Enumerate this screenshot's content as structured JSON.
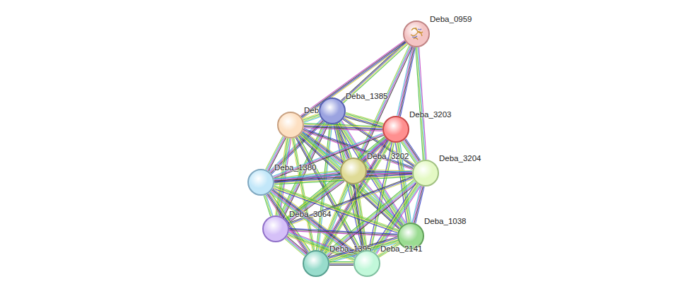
{
  "diagram": {
    "nodes": [
      {
        "text": [
          "Deba_0959"
        ]
      },
      {
        "text": [
          "Deba_1385"
        ]
      },
      {
        "text": [
          "Deb"
        ]
      },
      {
        "text": [
          "Deba_3203"
        ]
      },
      {
        "text": [
          "Deba_3202"
        ]
      },
      {
        "text": [
          "Deba_3204"
        ]
      },
      {
        "text": [
          "Deba_1380"
        ]
      },
      {
        "text": [
          "Deba_3064"
        ]
      },
      {
        "text": [
          "Deba_1038"
        ]
      },
      {
        "text": [
          "Deba_1395"
        ]
      },
      {
        "text": [
          "Deba_2141"
        ]
      }
    ],
    "edges": [
      {
        "from": 0,
        "to": 1,
        "arrow": "none"
      },
      {
        "from": 0,
        "to": 2,
        "arrow": "none"
      },
      {
        "from": 0,
        "to": 3,
        "arrow": "none"
      },
      {
        "from": 0,
        "to": 4,
        "arrow": "none"
      },
      {
        "from": 0,
        "to": 5,
        "arrow": "none"
      },
      {
        "from": 1,
        "to": 2,
        "arrow": "none"
      },
      {
        "from": 1,
        "to": 3,
        "arrow": "none"
      },
      {
        "from": 1,
        "to": 4,
        "arrow": "none"
      },
      {
        "from": 1,
        "to": 5,
        "arrow": "none"
      },
      {
        "from": 1,
        "to": 6,
        "arrow": "none"
      },
      {
        "from": 1,
        "to": 7,
        "arrow": "none"
      },
      {
        "from": 1,
        "to": 8,
        "arrow": "none"
      },
      {
        "from": 1,
        "to": 9,
        "arrow": "none"
      },
      {
        "from": 1,
        "to": 10,
        "arrow": "none"
      },
      {
        "from": 2,
        "to": 3,
        "arrow": "none"
      },
      {
        "from": 2,
        "to": 4,
        "arrow": "none"
      },
      {
        "from": 2,
        "to": 5,
        "arrow": "none"
      },
      {
        "from": 2,
        "to": 6,
        "arrow": "none"
      },
      {
        "from": 2,
        "to": 7,
        "arrow": "none"
      },
      {
        "from": 2,
        "to": 8,
        "arrow": "none"
      },
      {
        "from": 2,
        "to": 9,
        "arrow": "none"
      },
      {
        "from": 2,
        "to": 10,
        "arrow": "none"
      },
      {
        "from": 3,
        "to": 4,
        "arrow": "none"
      },
      {
        "from": 3,
        "to": 5,
        "arrow": "none"
      },
      {
        "from": 3,
        "to": 6,
        "arrow": "none"
      },
      {
        "from": 3,
        "to": 7,
        "arrow": "none"
      },
      {
        "from": 3,
        "to": 8,
        "arrow": "none"
      },
      {
        "from": 3,
        "to": 9,
        "arrow": "none"
      },
      {
        "from": 3,
        "to": 10,
        "arrow": "none"
      },
      {
        "from": 4,
        "to": 5,
        "arrow": "none"
      },
      {
        "from": 4,
        "to": 6,
        "arrow": "none"
      },
      {
        "from": 4,
        "to": 7,
        "arrow": "none"
      },
      {
        "from": 4,
        "to": 8,
        "arrow": "none"
      },
      {
        "from": 4,
        "to": 9,
        "arrow": "none"
      },
      {
        "from": 4,
        "to": 10,
        "arrow": "none"
      },
      {
        "from": 5,
        "to": 6,
        "arrow": "none"
      },
      {
        "from": 5,
        "to": 7,
        "arrow": "none"
      },
      {
        "from": 5,
        "to": 8,
        "arrow": "none"
      },
      {
        "from": 5,
        "to": 9,
        "arrow": "none"
      },
      {
        "from": 5,
        "to": 10,
        "arrow": "none"
      },
      {
        "from": 6,
        "to": 7,
        "arrow": "none"
      },
      {
        "from": 6,
        "to": 8,
        "arrow": "none"
      },
      {
        "from": 6,
        "to": 9,
        "arrow": "none"
      },
      {
        "from": 6,
        "to": 10,
        "arrow": "none"
      },
      {
        "from": 7,
        "to": 8,
        "arrow": "none"
      },
      {
        "from": 7,
        "to": 9,
        "arrow": "none"
      },
      {
        "from": 7,
        "to": 10,
        "arrow": "none"
      },
      {
        "from": 8,
        "to": 9,
        "arrow": "none"
      },
      {
        "from": 8,
        "to": 10,
        "arrow": "none"
      },
      {
        "from": 9,
        "to": 10,
        "arrow": "none"
      }
    ]
  }
}
